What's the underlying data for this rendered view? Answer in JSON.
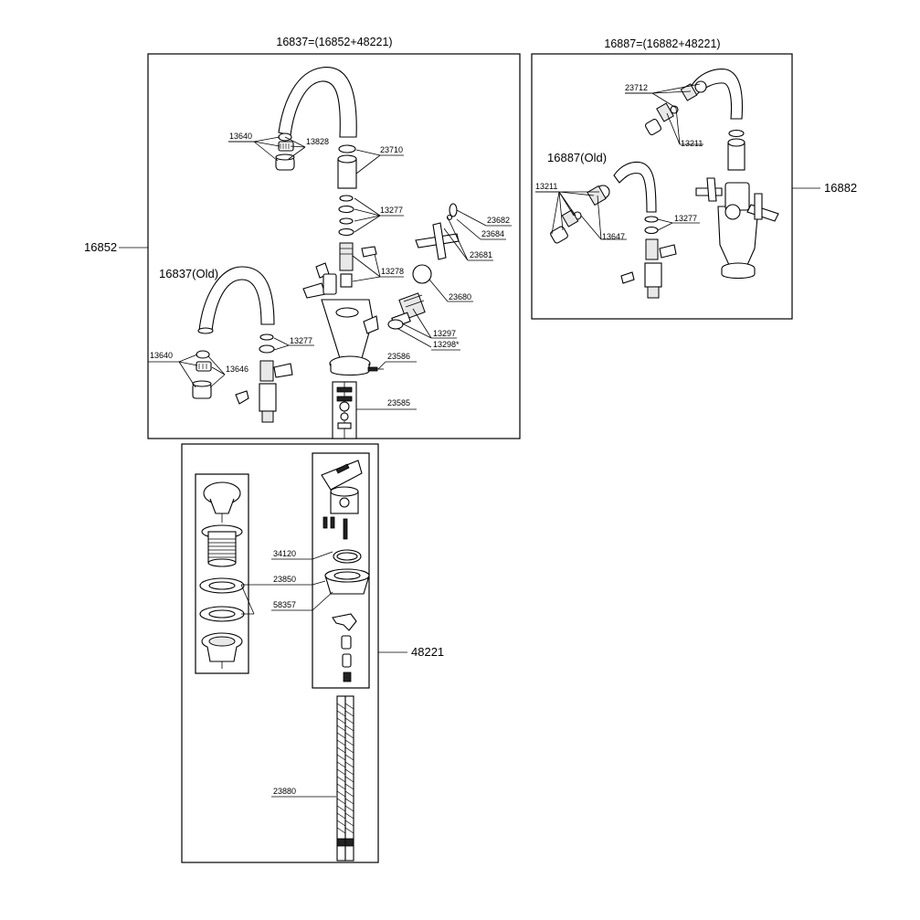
{
  "titles": {
    "left_panel": "16837=(16852+48221)",
    "right_panel": "16887=(16882+48221)"
  },
  "callouts": {
    "c16852": "16852",
    "c16882": "16882",
    "c48221": "48221",
    "c16837_old": "16837(Old)",
    "c16887_old": "16887(Old)"
  },
  "part_labels": {
    "p13640_a": "13640",
    "p13828": "13828",
    "p23710": "23710",
    "p13277_a": "13277",
    "p23682": "23682",
    "p23684": "23684",
    "p23681": "23681",
    "p13278": "13278",
    "p23680": "23680",
    "p13297": "13297",
    "p13298": "13298*",
    "p23586": "23586",
    "p23585": "23585",
    "p13640_b": "13640",
    "p13646": "13646",
    "p13277_b": "13277",
    "p23712": "23712",
    "p13211_a": "13211",
    "p13211_b": "13211",
    "p13647": "13647",
    "p13277_c": "13277",
    "p34120": "34120",
    "p23850": "23850",
    "p58357": "58357",
    "p23880": "23880"
  }
}
